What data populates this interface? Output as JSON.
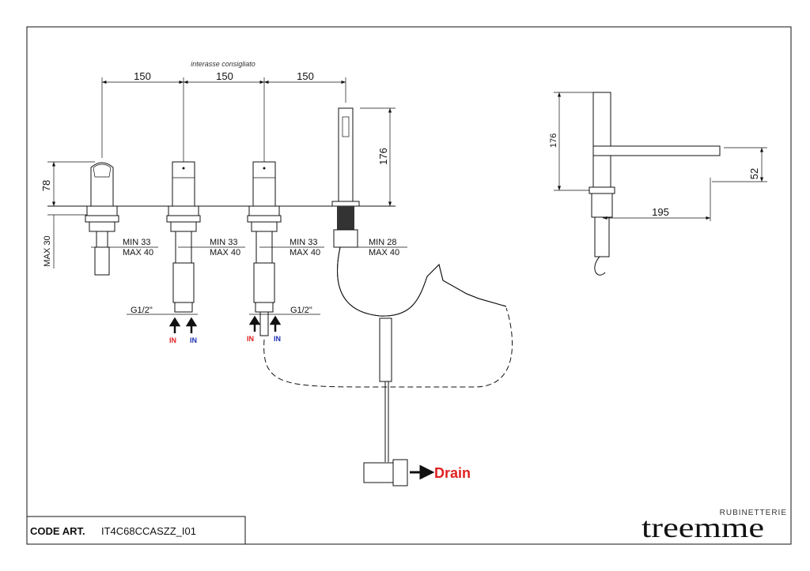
{
  "drawing": {
    "note": "interasse consigliato",
    "spacing_dims": [
      "150",
      "150",
      "150"
    ],
    "height_dims": {
      "mixer": "78",
      "handshower": "176",
      "max_deck": "MAX 30"
    },
    "deck_ranges": [
      {
        "min": "MIN 33",
        "max": "MAX 40"
      },
      {
        "min": "MIN 33",
        "max": "MAX 40"
      },
      {
        "min": "MIN 33",
        "max": "MAX 40"
      },
      {
        "min": "MIN 28",
        "max": "MAX 40"
      }
    ],
    "thread_labels": [
      "G1/2\"",
      "G1/2\""
    ],
    "inlets": [
      "IN",
      "IN",
      "IN",
      "IN"
    ],
    "drain_label": "Drain",
    "side_view": {
      "height": "176",
      "spout_height": "52",
      "projection": "195"
    },
    "colors": {
      "hot": "#e02020",
      "cold": "#1a2fb0",
      "drain": "#e02020"
    }
  },
  "title_block": {
    "code_label": "CODE ART.",
    "code_value": "IT4C68CCASZZ_I01",
    "brand_sub": "RUBINETTERIE",
    "brand": "treemme"
  }
}
